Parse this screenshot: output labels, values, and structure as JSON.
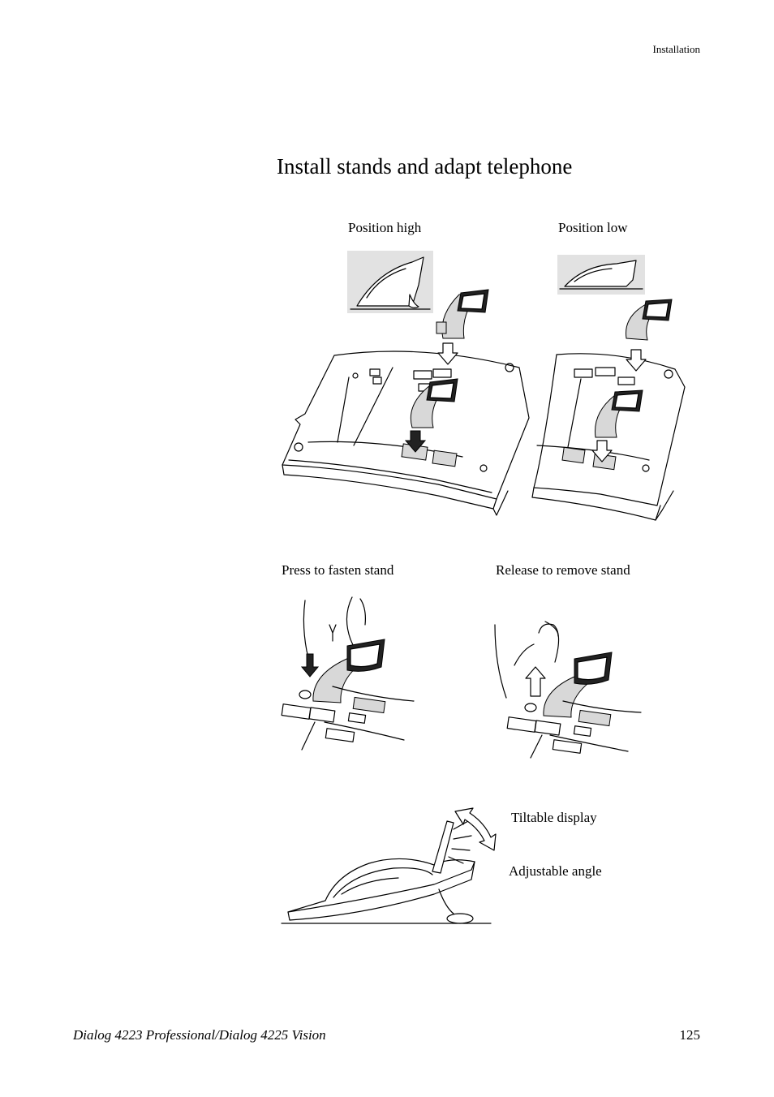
{
  "header": {
    "section": "Installation"
  },
  "page": {
    "title": "Install stands and adapt telephone"
  },
  "figures": {
    "position_high": "Position high",
    "position_low": "Position low",
    "press_fasten": "Press to fasten stand",
    "release_remove": "Release to remove stand",
    "tiltable_display": "Tiltable display",
    "adjustable_angle": "Adjustable angle"
  },
  "footer": {
    "product": "Dialog 4223 Professional/Dialog 4225 Vision",
    "page_number": "125"
  }
}
